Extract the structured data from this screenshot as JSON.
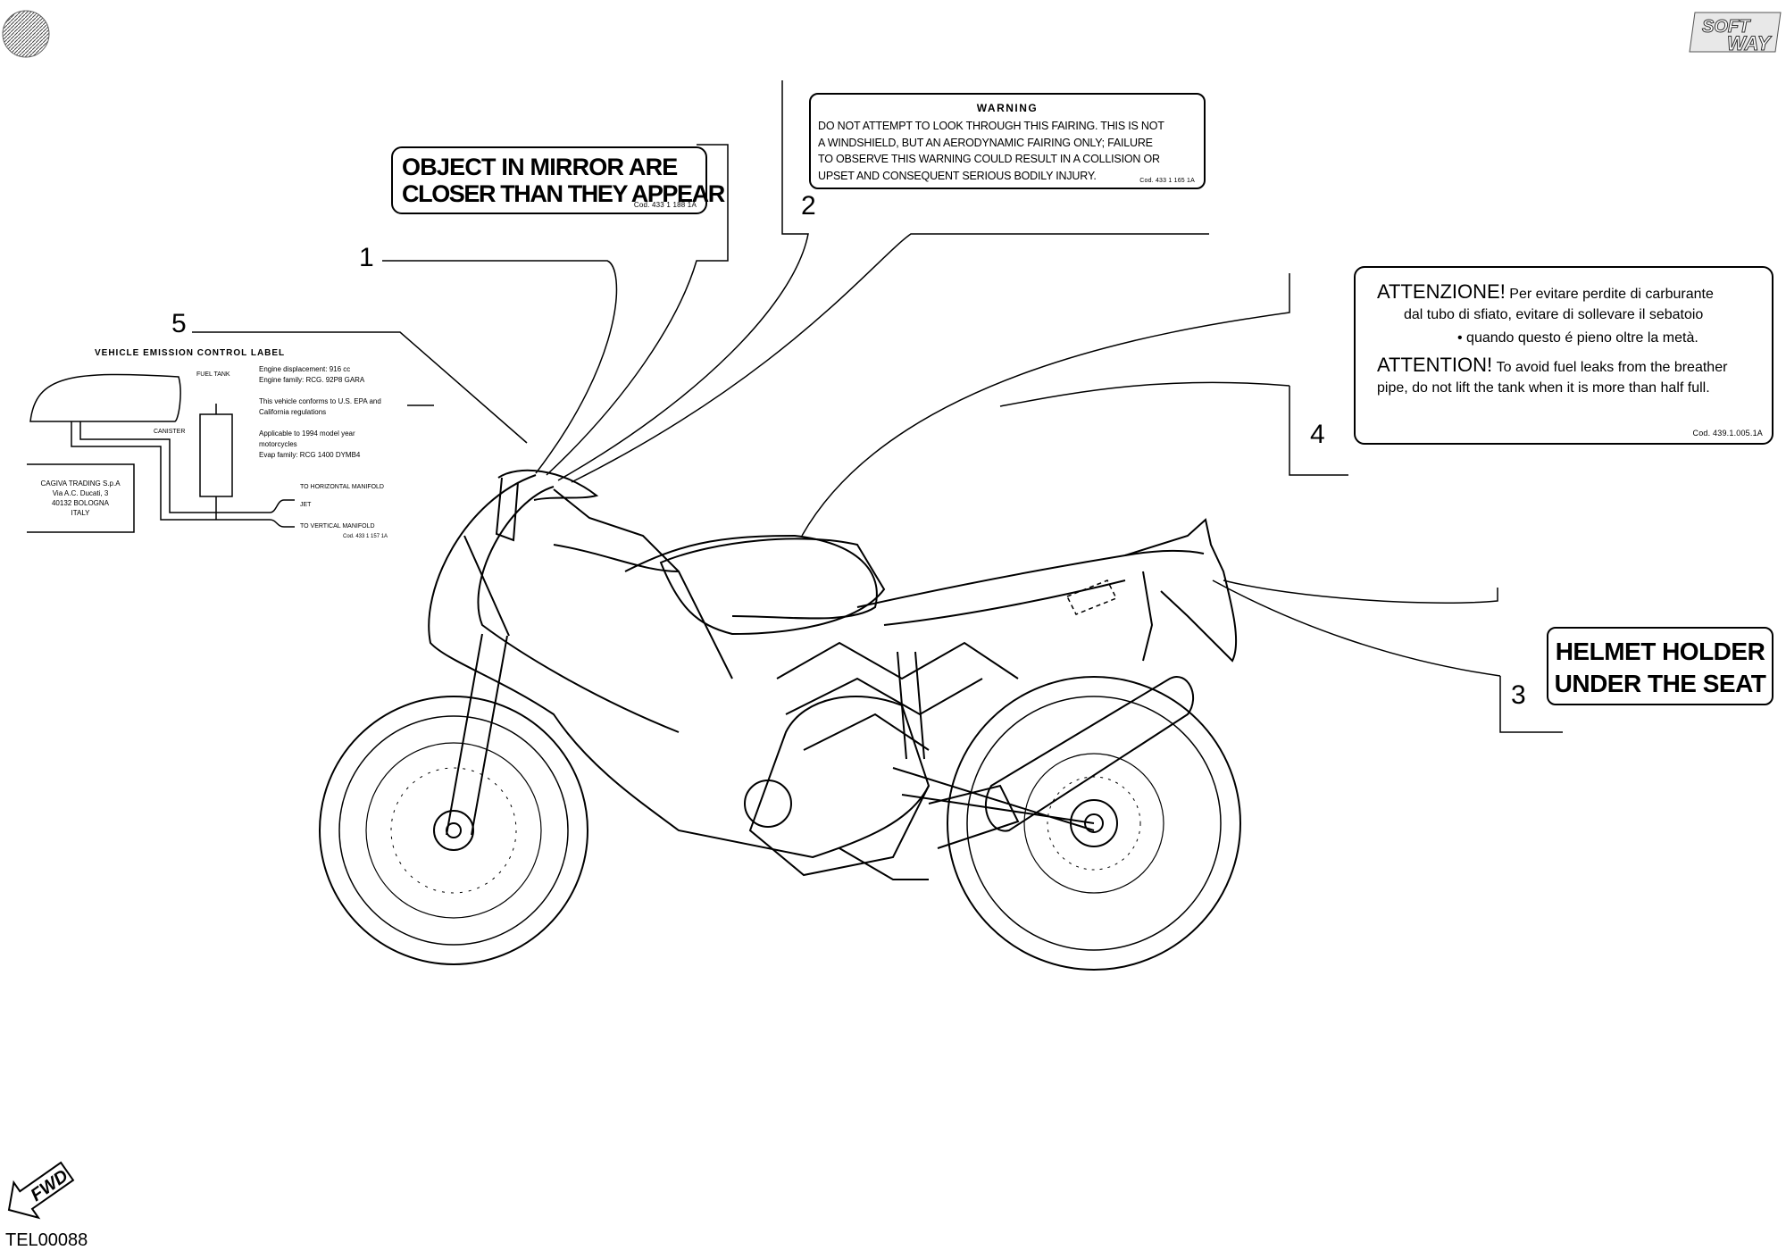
{
  "brand_logo": {
    "line1": "SOFT",
    "line2": "WAY"
  },
  "drawing_code": "TEL00088",
  "fwd_label": "FWD",
  "callouts": {
    "c1": "1",
    "c2": "2",
    "c3": "3",
    "c4": "4",
    "c5": "5"
  },
  "label_mirror": {
    "line1": "OBJECT IN MIRROR ARE",
    "line2": "CLOSER THAN THEY APPEAR",
    "code": "Cod. 433 1 188 1A"
  },
  "label_warning": {
    "title": "WARNING",
    "line1": "DO NOT ATTEMPT TO LOOK THROUGH THIS FAIRING. THIS IS NOT",
    "line2": "A WINDSHIELD, BUT AN AERODYNAMIC FAIRING ONLY; FAILURE",
    "line3": "TO OBSERVE THIS WARNING COULD RESULT IN A COLLISION OR",
    "line4": "UPSET AND CONSEQUENT SERIOUS BODILY INJURY.",
    "code": "Cod. 433 1 165 1A"
  },
  "label_fuel": {
    "it_lead": "ATTENZIONE!",
    "it_line1": "Per evitare perdite di carburante",
    "it_line2": "dal tubo di sfiato, evitare di sollevare il sebatoio",
    "it_line3": "• quando questo é pieno oltre la metà.",
    "en_lead": "ATTENTION!",
    "en_line1": "To avoid fuel leaks from the breather",
    "en_line2": "pipe, do not lift the tank when it is more than half full.",
    "code": "Cod. 439.1.005.1A"
  },
  "label_helmet": {
    "line1": "HELMET HOLDER",
    "line2": "UNDER THE SEAT"
  },
  "label_emission": {
    "title": "VEHICLE EMISSION CONTROL LABEL",
    "fuel_tank": "FUEL TANK",
    "canister": "CANISTER",
    "engine_disp": "Engine displacement: 916 cc",
    "engine_family": "Engine family: RCG. 92P8 GARA",
    "conforms1": "This vehicle conforms to U.S. EPA and",
    "conforms2": "California regulations",
    "applicable1": "Applicable to 1994 model year",
    "applicable2": "motorcycles",
    "evap": "Evap family: RCG 1400 DYMB4",
    "to_horizontal": "TO HORIZONTAL MANIFOLD",
    "jet": "JET",
    "to_vertical": "TO VERTICAL MANIFOLD",
    "code": "Cod. 433 1 157 1A",
    "maker1": "CAGIVA TRADING S.p.A",
    "maker2": "Via A.C. Ducati, 3",
    "maker3": "40132 BOLOGNA",
    "maker4": "ITALY"
  }
}
